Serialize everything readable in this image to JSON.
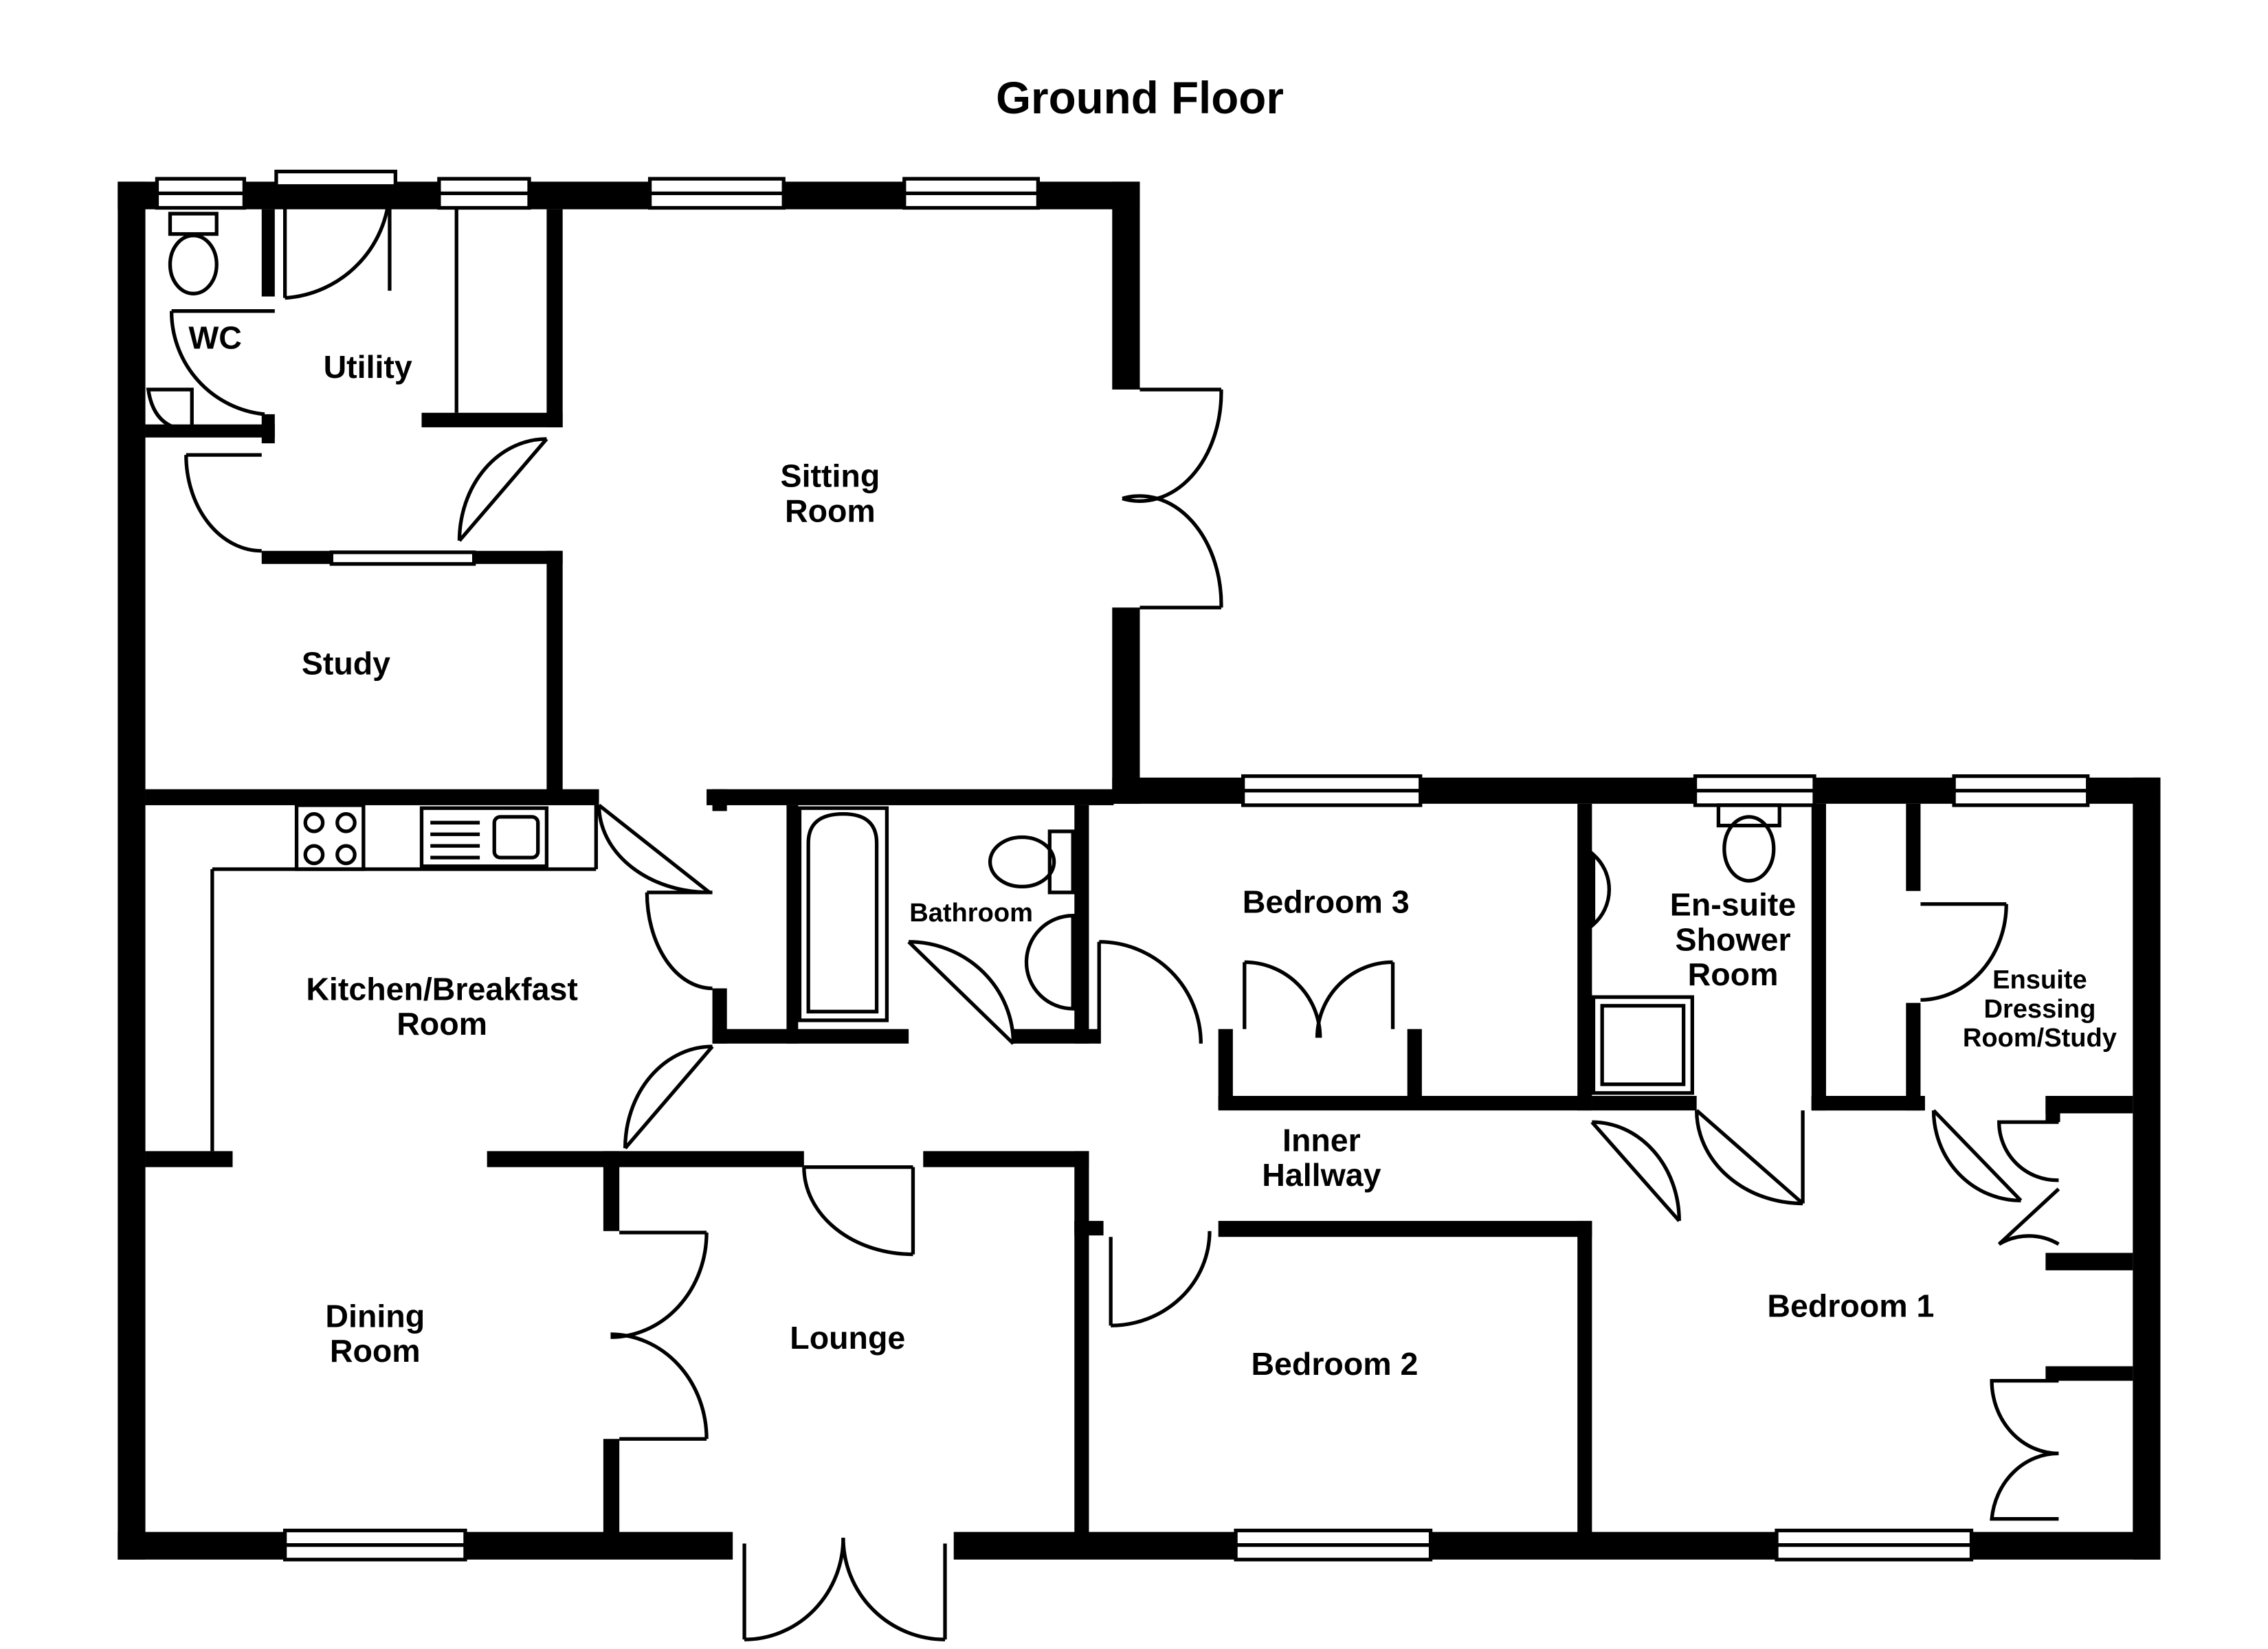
{
  "title": "Ground Floor",
  "rooms": {
    "wc": "WC",
    "utility": "Utility",
    "sitting_room": [
      "Sitting",
      "Room"
    ],
    "study": "Study",
    "kitchen": [
      "Kitchen/Breakfast",
      "Room"
    ],
    "bathroom": "Bathroom",
    "bedroom3": "Bedroom 3",
    "ensuite_shower": [
      "En-suite",
      "Shower",
      "Room"
    ],
    "ensuite_dressing": [
      "Ensuite",
      "Dressing",
      "Room/Study"
    ],
    "inner_hallway": [
      "Inner",
      "Hallway"
    ],
    "dining_room": [
      "Dining",
      "Room"
    ],
    "lounge": "Lounge",
    "bedroom2": "Bedroom 2",
    "bedroom1": "Bedroom 1"
  }
}
